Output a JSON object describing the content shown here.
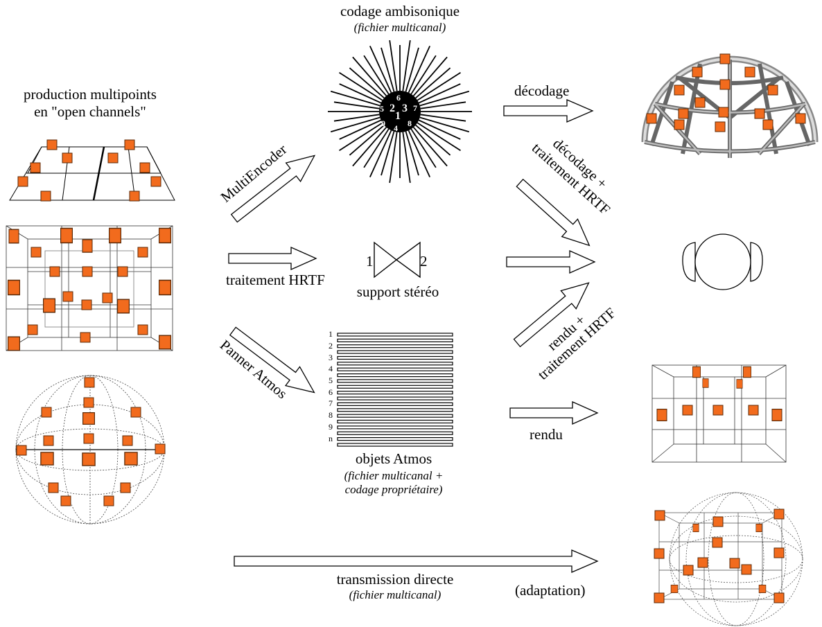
{
  "colors": {
    "speaker": "#f26b1d",
    "speaker_stroke": "#5a2a08",
    "line": "#000000",
    "grid": "#555555"
  },
  "labels": {
    "production_title_1": "production multipoints",
    "production_title_2": "en \"open channels\"",
    "ambisonic_title": "codage ambisonique",
    "ambisonic_sub": "(fichier multicanal)",
    "multiencoder": "MultiEncoder",
    "hrtf": "traitement HRTF",
    "stereo_title": "support stéréo",
    "stereo_left": "1",
    "stereo_right": "2",
    "panner_atmos": "Panner Atmos",
    "atmos_title": "objets Atmos",
    "atmos_sub_1": "(fichier multicanal +",
    "atmos_sub_2": "codage propriétaire)",
    "decodage": "décodage",
    "decodage_hrtf_1": "décodage +",
    "decodage_hrtf_2": "traitement HRTF",
    "rendu_hrtf_1": "rendu +",
    "rendu_hrtf_2": "traitement HRTF",
    "rendu": "rendu",
    "transmission": "transmission directe",
    "transmission_sub": "(fichier multicanal)",
    "adaptation": "(adaptation)"
  },
  "ambisonic_channels": [
    "6",
    "5",
    "2",
    "3",
    "7",
    "9",
    "1",
    "4",
    "8"
  ],
  "atmos_rows": [
    "1",
    "2",
    "3",
    "4",
    "5",
    "6",
    "7",
    "8",
    "9",
    "n"
  ],
  "icons": [
    "flat-speaker-array-icon",
    "cube-speaker-array-icon",
    "sphere-speaker-array-icon",
    "dome-speaker-array-icon",
    "headphones-icon",
    "cube-speaker-layout-icon",
    "sphere-cube-speaker-layout-icon",
    "stereo-loudspeaker-icon",
    "ambisonic-starburst-icon"
  ]
}
